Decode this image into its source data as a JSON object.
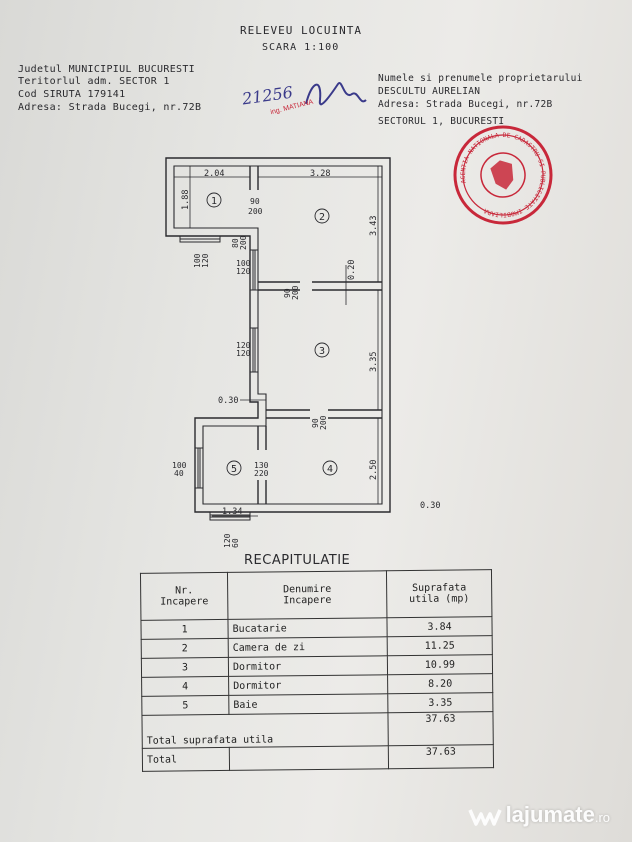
{
  "header": {
    "title": "RELEVEU LOCUINTA",
    "scale": "SCARA 1:100"
  },
  "left_info": {
    "line1": "Judetul MUNICIPIUL BUCURESTI",
    "line2": "Teritorlul adm. SECTOR 1",
    "line3": "Cod SIRUTA 179141",
    "line4": "Adresa: Strada Bucegi, nr.72B"
  },
  "handwritten_number": "21256",
  "stamp_text": "ing. MATIANA",
  "right_info": {
    "line1": "Numele si prenumele proprietarului",
    "line2": "DESCULTU AURELIAN",
    "line3": "Adresa: Strada Bucegi, nr.72B",
    "line4": "SECTORUL 1, BUCURESTI"
  },
  "seal_text": "AGENTIA NATIONALA DE CADASTRU SI PUBLICITATE IMOBILIARA",
  "plan": {
    "rooms": [
      "1",
      "2",
      "3",
      "4",
      "5"
    ],
    "dims": {
      "d204": "2.04",
      "d328": "3.28",
      "d188": "1.88",
      "d343": "3.43",
      "d020": "0.20",
      "d335": "3.35",
      "d250": "2.50",
      "d030a": "0.30",
      "d030b": "0.30",
      "d134": "1.34"
    },
    "openings": {
      "o1": [
        "90",
        "200"
      ],
      "o2": [
        "80",
        "200"
      ],
      "o3": [
        "100",
        "120"
      ],
      "o4": [
        "100",
        "120"
      ],
      "o5": [
        "90",
        "200"
      ],
      "o6": [
        "120",
        "120"
      ],
      "o7": [
        "90",
        "200"
      ],
      "o8": [
        "100",
        "40"
      ],
      "o9": [
        "130",
        "220"
      ],
      "o10": [
        "120",
        "60"
      ]
    }
  },
  "recap": {
    "title": "RECAPITULATIE",
    "headers": {
      "nr": [
        "Nr.",
        "Incapere"
      ],
      "name": [
        "Denumire",
        "Incapere"
      ],
      "area": [
        "Suprafata",
        "utila (mp)"
      ]
    },
    "rows": [
      {
        "nr": "1",
        "name": "Bucatarie",
        "area": "3.84"
      },
      {
        "nr": "2",
        "name": "Camera de zi",
        "area": "11.25"
      },
      {
        "nr": "3",
        "name": "Dormitor",
        "area": "10.99"
      },
      {
        "nr": "4",
        "name": "Dormitor",
        "area": "8.20"
      },
      {
        "nr": "5",
        "name": "Baie",
        "area": "3.35"
      }
    ],
    "total_util_label": "Total suprafata utila",
    "total_util_value": "37.63",
    "total_label": "Total",
    "total_value": "37.63"
  },
  "watermark": {
    "brand": "lajumate",
    "tld": ".ro"
  },
  "colors": {
    "ink": "#2a2a2e",
    "stamp_red": "#c8283a",
    "pen_blue": "#3a3a8a",
    "watermark": "#ffffff"
  }
}
